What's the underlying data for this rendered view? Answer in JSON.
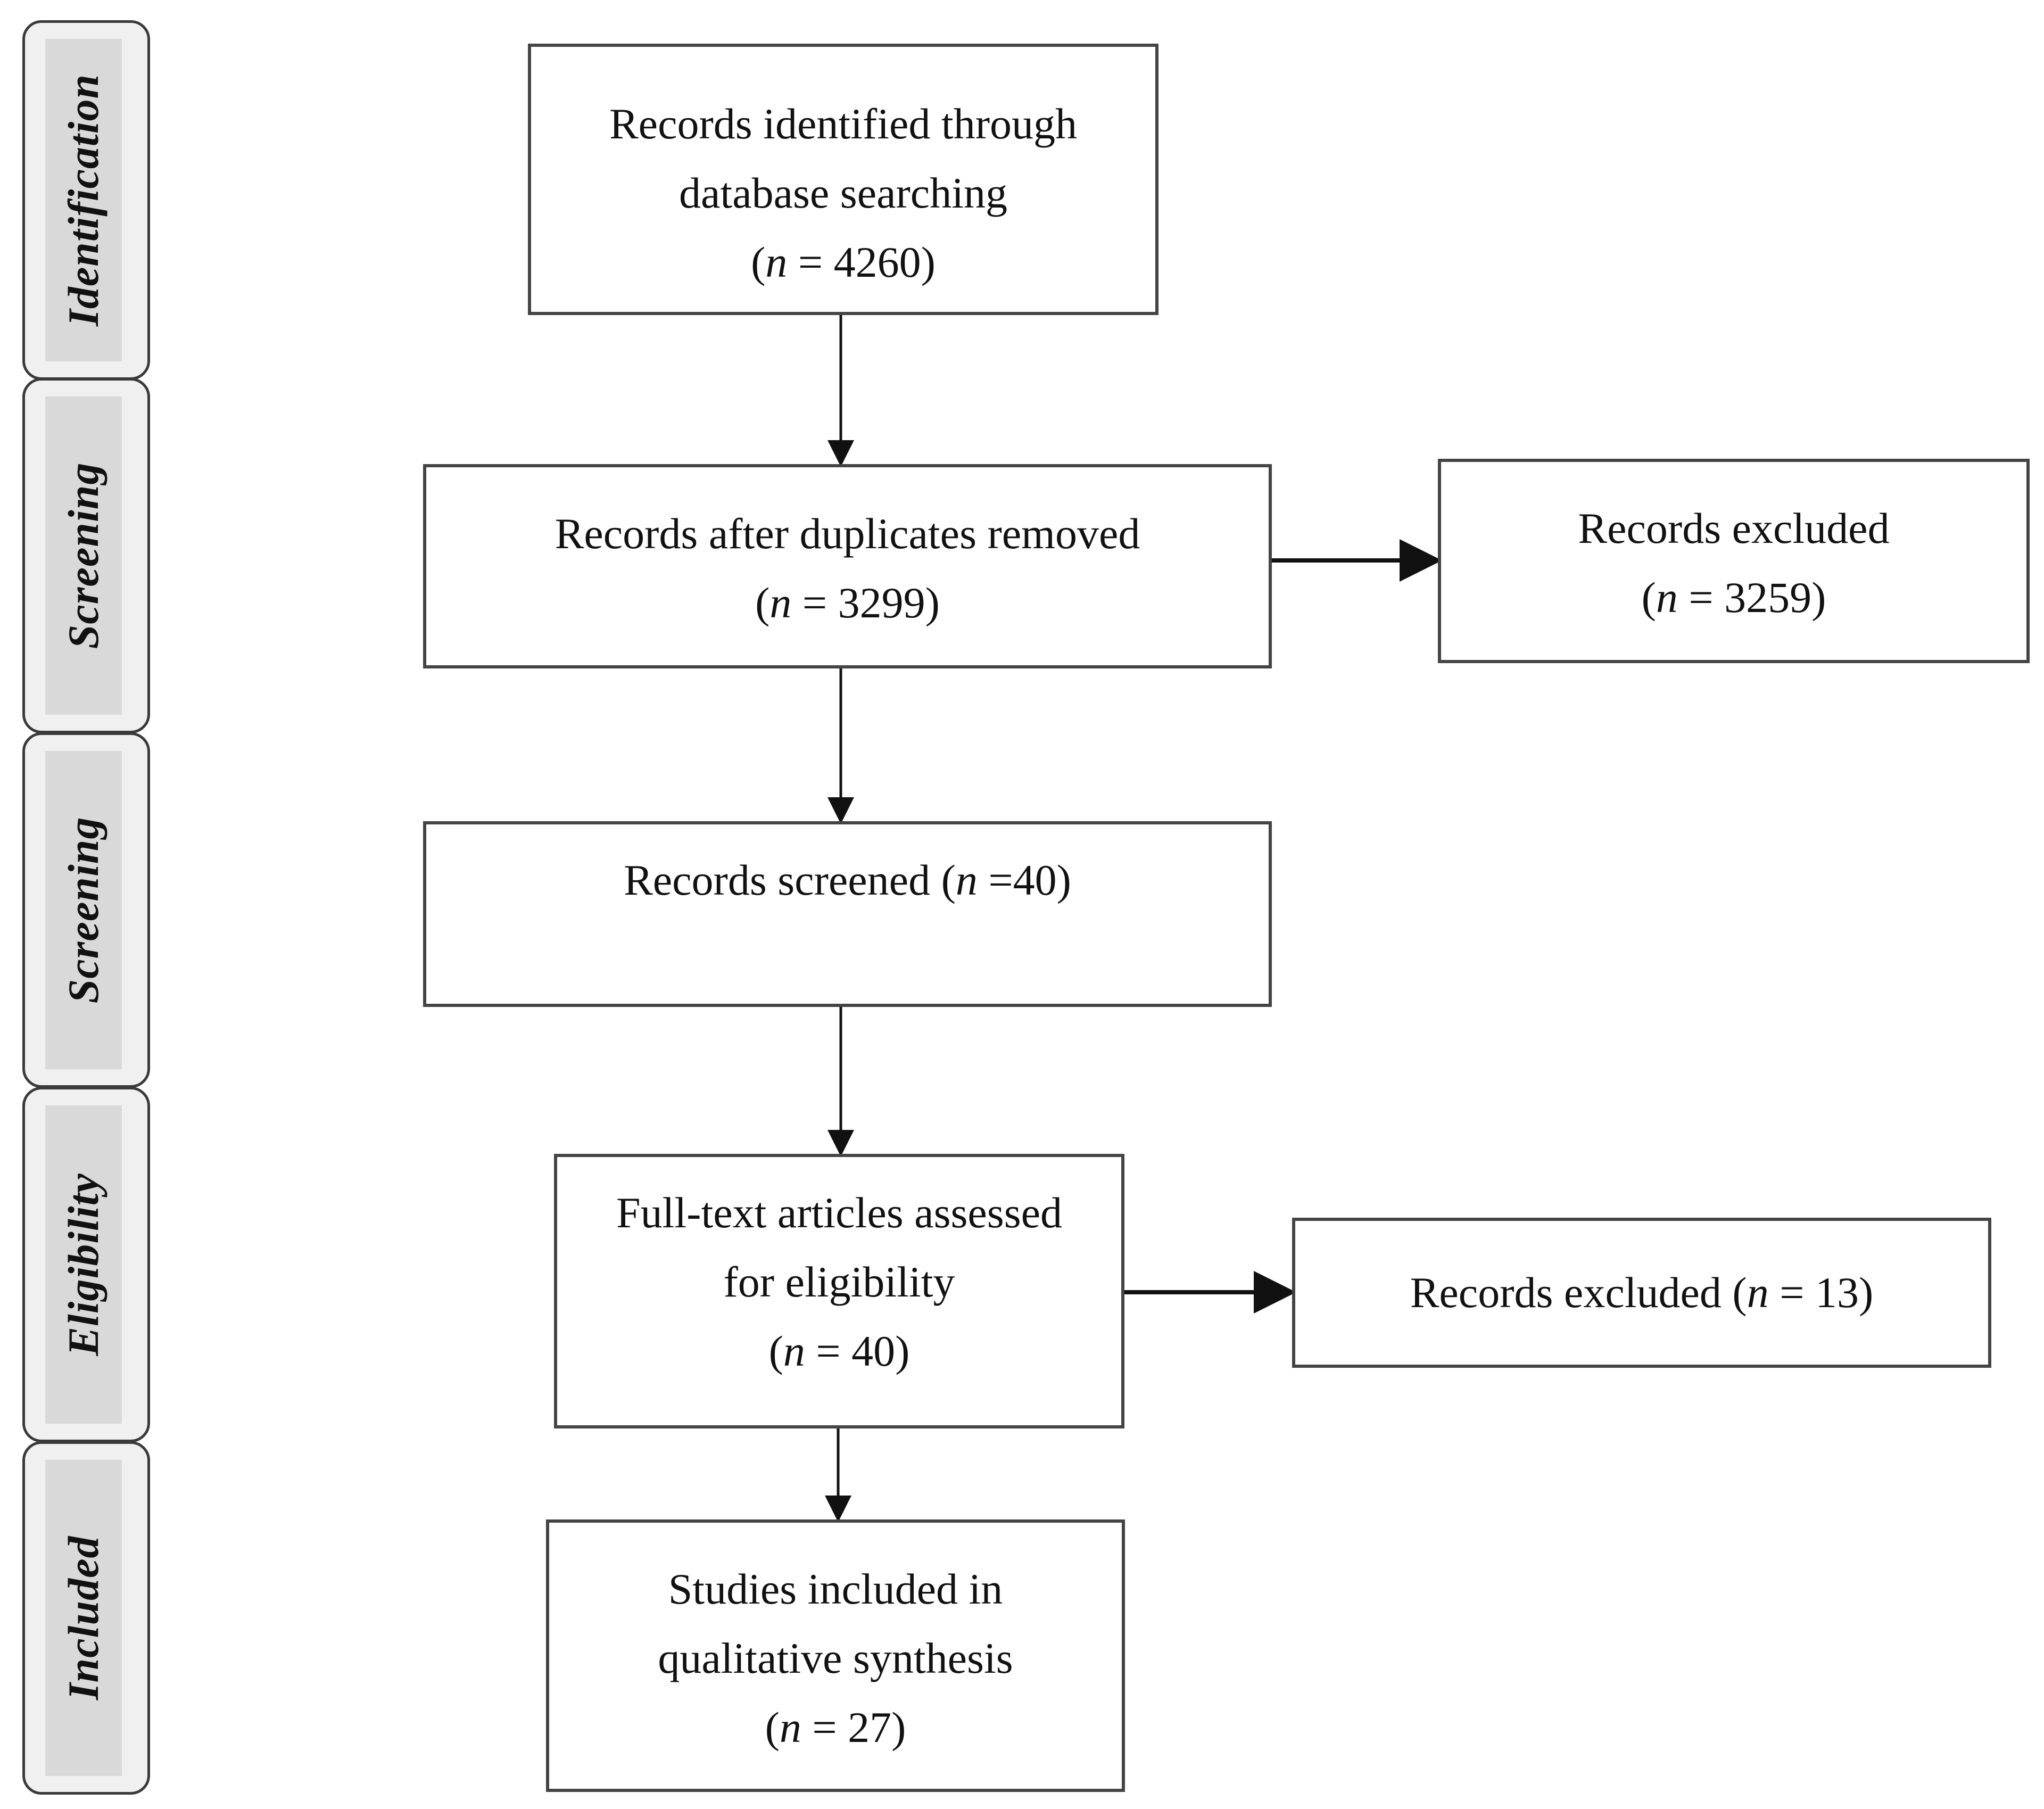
{
  "stages": [
    {
      "id": "identification",
      "label": "Identification"
    },
    {
      "id": "screening-1",
      "label": "Screening"
    },
    {
      "id": "screening-2",
      "label": "Screening"
    },
    {
      "id": "eligibility",
      "label": "Eligibility"
    },
    {
      "id": "included",
      "label": "Included"
    }
  ],
  "boxes": {
    "identified": {
      "line1": "Records identified through",
      "line2": "database searching",
      "count_pre": "(",
      "n": "n",
      "count_post": " = 4260)"
    },
    "deduplicated": {
      "line1": "Records after duplicates removed",
      "count_pre": "(",
      "n": "n",
      "count_post": " = 3299)"
    },
    "excluded_screening": {
      "line1": "Records excluded",
      "count_pre": "(",
      "n": "n",
      "count_post": " = 3259)"
    },
    "screened": {
      "text_pre": "Records screened (",
      "n": "n",
      "text_post": " =40)"
    },
    "fulltext": {
      "line1": "Full-text articles assessed",
      "line2": "for eligibility",
      "count_pre": "(",
      "n": "n",
      "count_post": " = 40)"
    },
    "excluded_eligibility": {
      "text_pre": "Records excluded (",
      "n": "n",
      "text_post": " = 13)"
    },
    "included": {
      "line1": "Studies included in",
      "line2": "qualitative synthesis",
      "count_pre": "(",
      "n": "n",
      "count_post": " = 27)"
    }
  },
  "colors": {
    "box_border": "#444444",
    "stage_fill": "#f0f0f0",
    "stage_label_bg": "#d9d9d9",
    "arrow": "#111111"
  }
}
